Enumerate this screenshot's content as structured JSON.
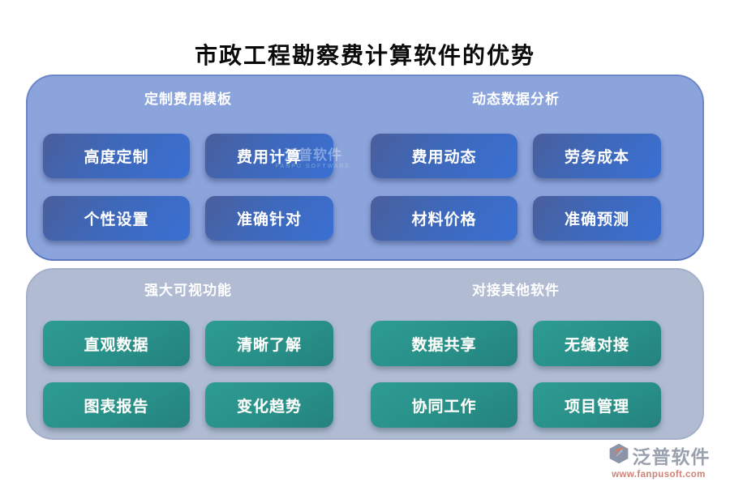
{
  "title": "市政工程勘察费计算软件的优势",
  "panels": [
    {
      "name": "fee-template-and-analysis",
      "sections": [
        {
          "header": "定制费用模板",
          "buttons": [
            "高度定制",
            "费用计算",
            "个性设置",
            "准确针对"
          ]
        },
        {
          "header": "动态数据分析",
          "buttons": [
            "费用动态",
            "劳务成本",
            "材料价格",
            "准确预测"
          ]
        }
      ]
    },
    {
      "name": "visualization-and-integration",
      "sections": [
        {
          "header": "强大可视功能",
          "buttons": [
            "直观数据",
            "清晰了解",
            "图表报告",
            "变化趋势"
          ]
        },
        {
          "header": "对接其他软件",
          "buttons": [
            "数据共享",
            "无缝对接",
            "协同工作",
            "项目管理"
          ]
        }
      ]
    }
  ],
  "watermark": {
    "text": "泛普软件",
    "subtext": "FANPU SOFTWARE"
  },
  "footer": {
    "brand": "泛普软件",
    "url": "www.fanpusoft.com"
  },
  "colors": {
    "blue_panel": "#8ca4dc",
    "blue_panel_border": "#5b77c0",
    "blue_button_dark": "#4a5f9c",
    "blue_button_light": "#3a70d3",
    "teal_panel": "#b1bcd3",
    "teal_button": "#2a938b",
    "brand_gray": "#99a0ae",
    "url_salmon": "#cf8278",
    "logo_crescent_orange": "#df7b55"
  }
}
